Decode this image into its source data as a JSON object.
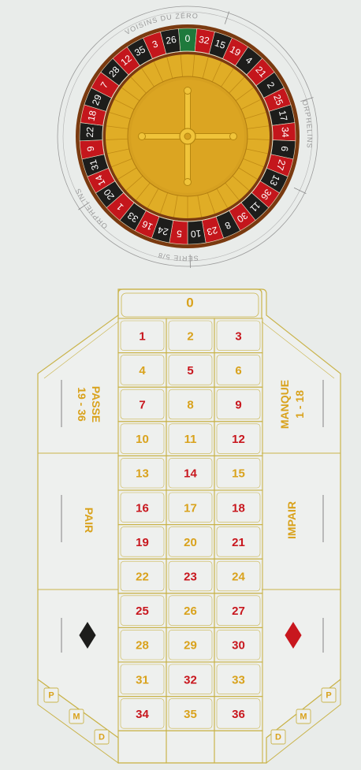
{
  "wheel": {
    "numbers": [
      "0",
      "32",
      "15",
      "19",
      "4",
      "21",
      "2",
      "25",
      "17",
      "34",
      "6",
      "27",
      "13",
      "36",
      "11",
      "30",
      "8",
      "23",
      "10",
      "5",
      "24",
      "16",
      "33",
      "1",
      "20",
      "14",
      "31",
      "9",
      "22",
      "18",
      "29",
      "7",
      "28",
      "12",
      "35",
      "3",
      "26"
    ],
    "reds": [
      "1",
      "3",
      "5",
      "7",
      "9",
      "12",
      "14",
      "16",
      "18",
      "19",
      "21",
      "23",
      "25",
      "27",
      "30",
      "32",
      "34",
      "36"
    ],
    "sector_labels": {
      "top": "VOISINS DU ZÉRO",
      "right": "ORPHELINS",
      "bottom": "SÉRIE 5/8",
      "left": "ORPHELINS"
    },
    "colors": {
      "red": "#c4161c",
      "black": "#1d1d1b",
      "green": "#1e7a3c",
      "gold": "#d9a21c",
      "rim": "#7a3a10"
    }
  },
  "table": {
    "zero": "0",
    "rows": [
      [
        "1",
        "2",
        "3"
      ],
      [
        "4",
        "5",
        "6"
      ],
      [
        "7",
        "8",
        "9"
      ],
      [
        "10",
        "11",
        "12"
      ],
      [
        "13",
        "14",
        "15"
      ],
      [
        "16",
        "17",
        "18"
      ],
      [
        "19",
        "20",
        "21"
      ],
      [
        "22",
        "23",
        "24"
      ],
      [
        "25",
        "26",
        "27"
      ],
      [
        "28",
        "29",
        "30"
      ],
      [
        "31",
        "32",
        "33"
      ],
      [
        "34",
        "35",
        "36"
      ]
    ],
    "reds": [
      "1",
      "3",
      "5",
      "7",
      "9",
      "12",
      "14",
      "16",
      "18",
      "19",
      "21",
      "23",
      "25",
      "27",
      "30",
      "32",
      "34",
      "36"
    ],
    "side_bets": {
      "passe_line1": "PASSE",
      "passe_line2": "19 - 36",
      "manque_line1": "MANQUE",
      "manque_line2": "1 - 18",
      "pair": "PAIR",
      "impair": "IMPAIR"
    },
    "douzaine_left": [
      "P",
      "M",
      "D"
    ],
    "douzaine_right": [
      "D",
      "M",
      "P"
    ],
    "colors": {
      "red_number": "#c8171e",
      "gold_number": "#d9a21c",
      "line": "#c9b34a",
      "felt": "#eef0ee"
    }
  }
}
